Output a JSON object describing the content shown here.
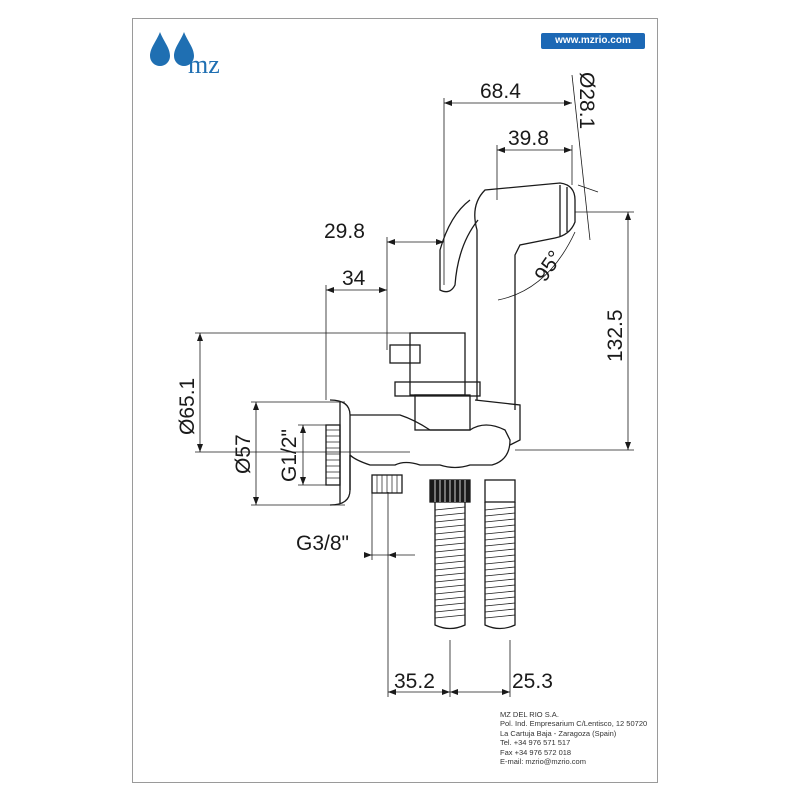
{
  "brand": {
    "logo_text": "mz",
    "website": "www.mzrio.com",
    "colors": {
      "primary": "#1c68b5",
      "drop": "#1f6fb2"
    }
  },
  "dimensions": {
    "d68_4": "68.4",
    "d28_1": "Ø28.1",
    "d39_8": "39.8",
    "d29_8": "29.8",
    "d95": "95°",
    "d34": "34",
    "d132_5": "132.5",
    "d65_1": "Ø65.1",
    "d57": "Ø57",
    "g1_2": "G1/2\"",
    "g3_8": "G3/8\"",
    "d35_2": "35.2",
    "d25_3": "25.3"
  },
  "contact": {
    "company": "MZ DEL RIO S.A.",
    "address1": "Pol. Ind. Empresarium C/Lentisco, 12  50720",
    "address2": "La Cartuja Baja - Zaragoza (Spain)",
    "tel": "Tel. +34 976 571 517",
    "fax": "Fax +34 976 572 018",
    "email": "E-mail: mzrio@mzrio.com"
  }
}
